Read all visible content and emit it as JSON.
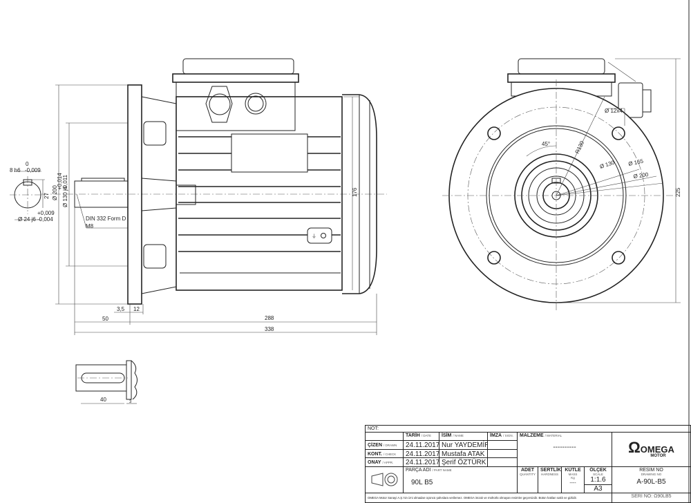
{
  "dimensions": {
    "key_width": "8 h6",
    "key_tol_upper": "0",
    "key_tol_lower": "-0,009",
    "shaft_height": "27",
    "shaft_dia": "Ø 24 j6",
    "shaft_tol_upper": "+0,009",
    "shaft_tol_lower": "-0,004",
    "flange_dia": "Ø 200",
    "spigot_dia": "Ø 130 j6",
    "spigot_tol_upper": "+0,014",
    "spigot_tol_lower": "-0,011",
    "center_hole_note": "DIN 332 Form D",
    "center_hole_thread": "M8",
    "body_height": "176",
    "overall_height": "225",
    "d_3_5": "3,5",
    "d_12": "12",
    "d_50": "50",
    "d_288": "288",
    "d_338": "338",
    "key_length": "40",
    "key_offset": "3",
    "hole_spec": "Ø 12x4",
    "angle": "45°",
    "radius": "R130",
    "pcd_130": "Ø 130",
    "pcd_165": "Ø 165",
    "pcd_200": "Ø 200"
  },
  "title_block": {
    "note_label": "NOT:",
    "date_h": "TARİH",
    "date_h_en": "/ DATE",
    "name_h": "İSİM",
    "name_h_en": "/ NAME",
    "sign_h": "İMZA",
    "sign_h_en": "/ SIGN.",
    "material_h": "MALZEME",
    "material_h_en": "/ MATERIAL",
    "material_value": "----------",
    "rows": [
      {
        "role": "ÇİZEN",
        "role_en": "/ DRAWN",
        "date": "24.11.2017",
        "name": "Nur YAYDEMİR"
      },
      {
        "role": "KONT.",
        "role_en": "/ CHECK",
        "date": "24.11.2017",
        "name": "Mustafa ATAK"
      },
      {
        "role": "ONAY",
        "role_en": "/ APPR.",
        "date": "24.11.2017",
        "name": "Şerif ÖZTÜRK"
      }
    ],
    "part_h": "PARÇA ADI",
    "part_h_en": "/ PART NAME",
    "part_name": "90L B5",
    "qty_h": "ADET",
    "qty_h_en": "QUANTITY",
    "hard_h": "SERTLİK",
    "hard_h_en": "HARDNESS",
    "mass_h": "KÜTLE",
    "mass_h_en": "MASS",
    "mass_unit": "Kg",
    "mass_value": "----",
    "scale_h": "ÖLÇEK",
    "scale_h_en": "SCALE",
    "scale_value": "1:1.6",
    "sheet": "A3",
    "drawing_no_h": "RESİM NO",
    "drawing_no_h_en": "DRAWING NO",
    "drawing_no": "A-90L-B5",
    "serial": "SERİ NO: Ω90LB5",
    "footer": "OMEGA Motor Sanayi A.Ş.'nin izni olmadan üçüncü şahıslara verilemez. OMEGA imzalı ve mühürlü olmayan resimler geçersizdir. Bütün hakları saklı ve gizlidir.",
    "logo_text": "OMEGA",
    "logo_sub": "MOTOR"
  }
}
